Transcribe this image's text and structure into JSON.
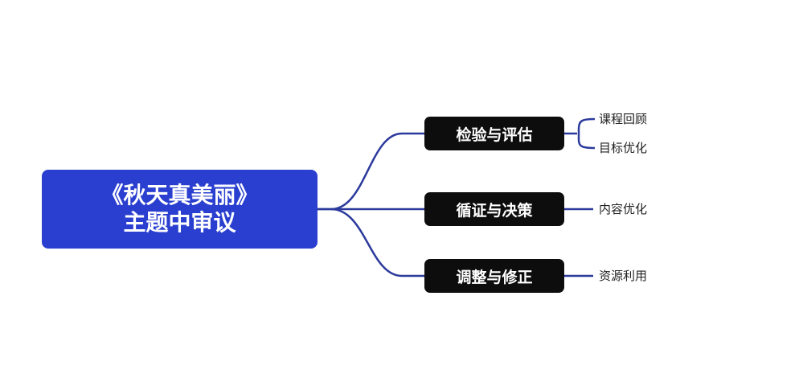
{
  "root": {
    "line1": "《秋天真美丽》",
    "line2": "主题中审议"
  },
  "branches": [
    {
      "label": "检验与评估",
      "children": [
        "课程回顾",
        "目标优化"
      ]
    },
    {
      "label": "循证与决策",
      "children": [
        "内容优化"
      ]
    },
    {
      "label": "调整与修正",
      "children": [
        "资源利用"
      ]
    }
  ],
  "colors": {
    "root": "#2a3fd0",
    "branch": "#0d0d0d",
    "line": "#2b3a9c"
  }
}
